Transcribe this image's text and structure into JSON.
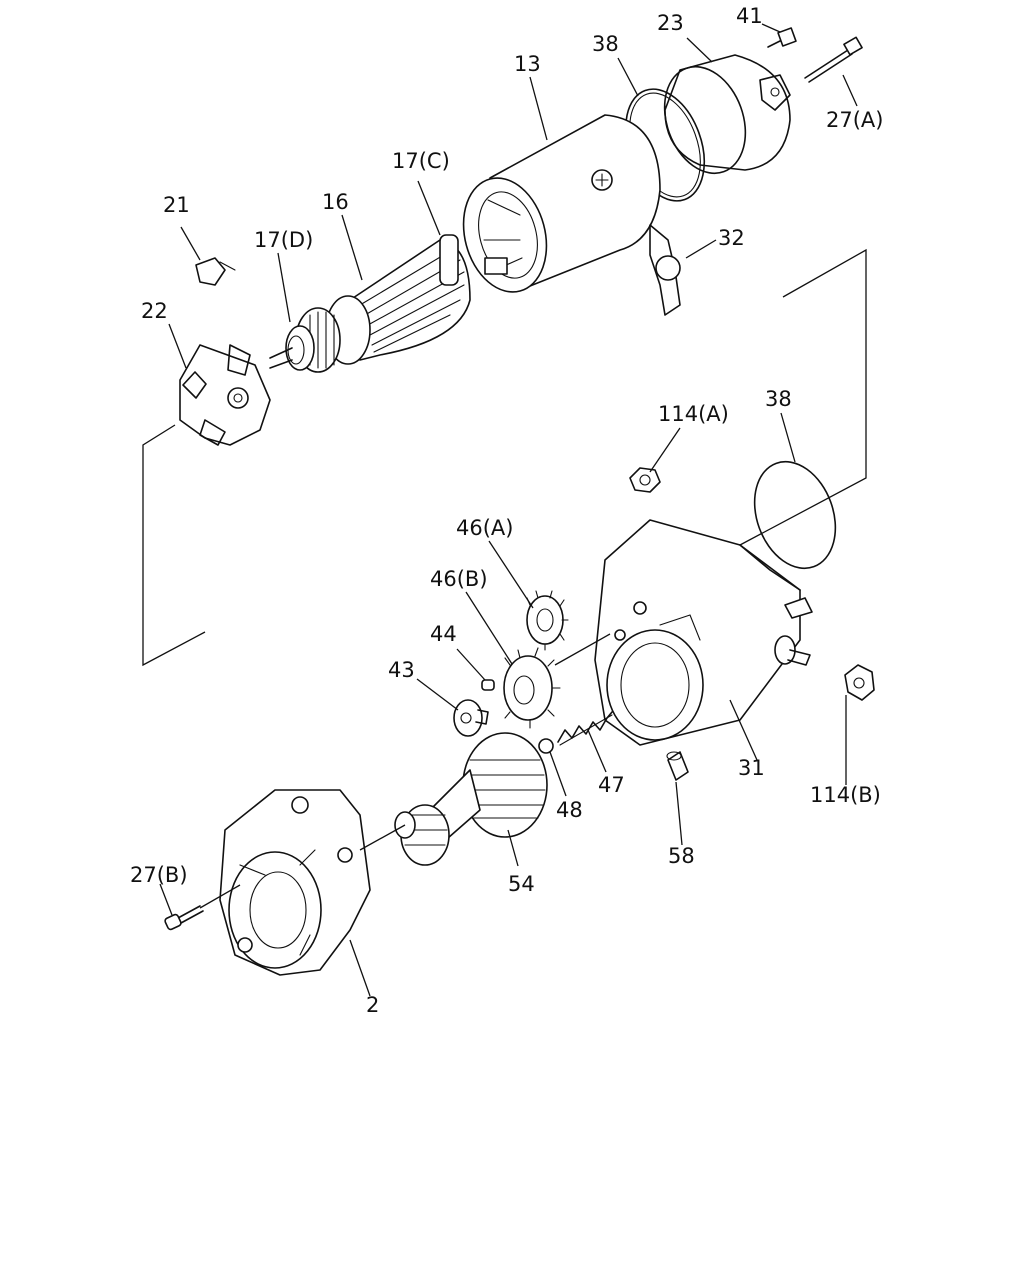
{
  "diagram": {
    "callouts": [
      {
        "id": "c41",
        "text": "41"
      },
      {
        "id": "c23",
        "text": "23"
      },
      {
        "id": "c38a",
        "text": "38"
      },
      {
        "id": "c13",
        "text": "13"
      },
      {
        "id": "c27a",
        "text": "27(A)"
      },
      {
        "id": "c17c",
        "text": "17(C)"
      },
      {
        "id": "c21",
        "text": "21"
      },
      {
        "id": "c16",
        "text": "16"
      },
      {
        "id": "c17d",
        "text": "17(D)"
      },
      {
        "id": "c32",
        "text": "32"
      },
      {
        "id": "c22",
        "text": "22"
      },
      {
        "id": "c114a",
        "text": "114(A)"
      },
      {
        "id": "c38b",
        "text": "38"
      },
      {
        "id": "c46a",
        "text": "46(A)"
      },
      {
        "id": "c46b",
        "text": "46(B)"
      },
      {
        "id": "c44",
        "text": "44"
      },
      {
        "id": "c43",
        "text": "43"
      },
      {
        "id": "c47",
        "text": "47"
      },
      {
        "id": "c31",
        "text": "31"
      },
      {
        "id": "c48",
        "text": "48"
      },
      {
        "id": "c114b",
        "text": "114(B)"
      },
      {
        "id": "c58",
        "text": "58"
      },
      {
        "id": "c54",
        "text": "54"
      },
      {
        "id": "c27b",
        "text": "27(B)"
      },
      {
        "id": "c2",
        "text": "2"
      }
    ]
  }
}
